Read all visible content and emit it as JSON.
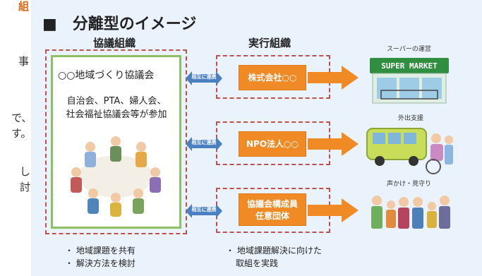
{
  "left_fragments": {
    "line1": "組",
    "line2": "事",
    "line3": "で、",
    "line4": "す。",
    "line5": "し",
    "line6": "討"
  },
  "title": "■　分離型のイメージ",
  "columns": {
    "council_header": "協議組織",
    "exec_header": "実行組織"
  },
  "council": {
    "name": "○○地域づくり協議会",
    "members_line1": "自治会、PTA、婦人会、",
    "members_line2": "社会福祉協議会等が参加"
  },
  "connector_label": "相互に連携",
  "orgs": [
    {
      "label": "株式会社○○"
    },
    {
      "label": "NPO法人○○"
    },
    {
      "label_line1": "協議会構成員",
      "label_line2": "任意団体"
    }
  ],
  "images": {
    "supermarket_caption": "スーパーの運営",
    "supermarket_sign": "SUPER MARKET",
    "bus_caption": "外出支援",
    "people_caption": "声かけ・見守り"
  },
  "bullets_left": [
    "・ 地域課題を共有",
    "・ 解決方法を検討"
  ],
  "bullets_right": [
    "・ 地域課題解決に向けた",
    "取組を実践"
  ],
  "colors": {
    "orange": "#f08a24",
    "green_border": "#8cc063",
    "dash_red": "#c0504d",
    "connector_blue": "#4a7fc1",
    "panel_bg": "#eaf2fb"
  }
}
